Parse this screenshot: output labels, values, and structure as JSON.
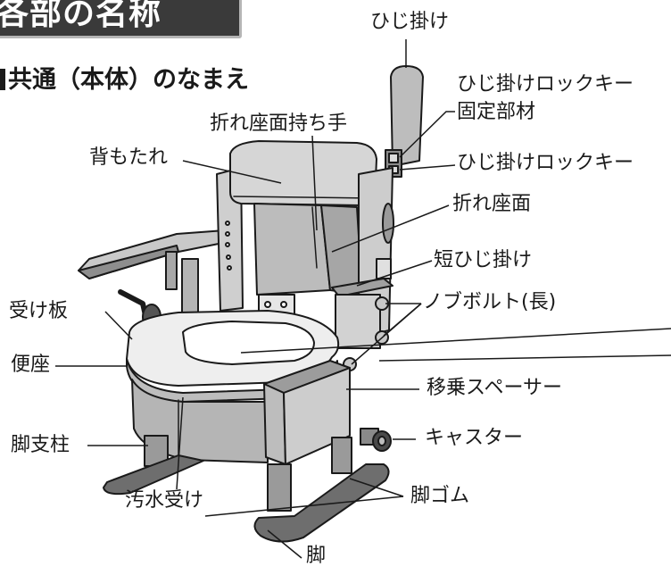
{
  "banner": {
    "text": "各部の名称"
  },
  "section_heading": "共通（本体）のなまえ",
  "labels": {
    "hiji_kake": "ひじ掛け",
    "lock_key_kotei": "ひじ掛けロックキー",
    "kotei_buzai": "固定部材",
    "lock_key": "ひじ掛けロックキー",
    "ore_zamen_mochite": "折れ座面持ち手",
    "ore_zamen": "折れ座面",
    "semotare": "背もたれ",
    "tan_hiji_kake": "短ひじ掛け",
    "knob_bolt": "ノブボルト(長)",
    "ukeita": "受け板",
    "benza": "便座",
    "ijou_spacer": "移乗スペーサー",
    "caster": "キャスター",
    "kyaku_shichu": "脚支柱",
    "osui_uke": "汚水受け",
    "kyaku_gomu": "脚ゴム",
    "kyaku": "脚"
  }
}
